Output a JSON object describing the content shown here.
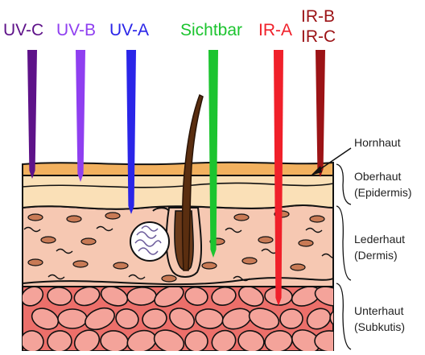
{
  "colors": {
    "uvc": "#5e1289",
    "uvb": "#8f3ff0",
    "uva": "#2a25e8",
    "visible": "#1cc42f",
    "ira": "#f0202a",
    "irbc": "#9c1316",
    "hornhaut": "#f2b15f",
    "epidermis": "#fae0b7",
    "dermis": "#f6c8b2",
    "subcutis": "#ec6f6a",
    "fat_cell": "#f4a39a",
    "outline": "#111111"
  },
  "radiation": [
    {
      "id": "uvc",
      "label": "UV-C",
      "icon": "ray-arrow",
      "color": "#5e1289"
    },
    {
      "id": "uvb",
      "label": "UV-B",
      "icon": "ray-arrow",
      "color": "#8f3ff0"
    },
    {
      "id": "uva",
      "label": "UV-A",
      "icon": "ray-arrow",
      "color": "#2a25e8"
    },
    {
      "id": "visible",
      "label": "Sichtbar",
      "icon": "ray-arrow",
      "color": "#1cc42f"
    },
    {
      "id": "ira",
      "label": "IR-A",
      "icon": "ray-arrow",
      "color": "#f0202a"
    },
    {
      "id": "irbc",
      "label_line1": "IR-B",
      "label_line2": "IR-C",
      "icon": "ray-arrow",
      "color": "#9c1316"
    }
  ],
  "layers": {
    "hornhaut": "Hornhaut",
    "oberhaut": "Oberhaut",
    "epidermis": "(Epidermis)",
    "lederhaut": "Lederhaut",
    "dermis": "(Dermis)",
    "unterhaut": "Unterhaut",
    "subkutis": "(Subkutis)"
  },
  "icons": [
    "hair-icon",
    "sweat-gland-icon",
    "hair-follicle-icon",
    "bracket-icon",
    "pointer-arrow-icon"
  ]
}
